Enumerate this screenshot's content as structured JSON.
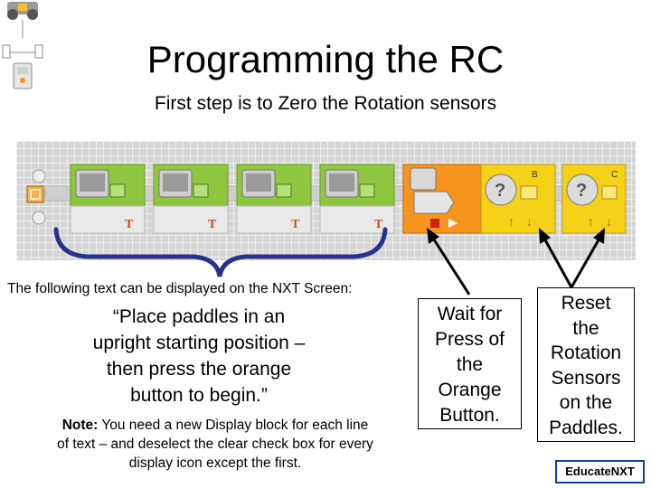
{
  "title": "Programming the RC",
  "subtitle": "First step is to Zero the Rotation sensors",
  "program": {
    "display_blocks": 4,
    "blocks": [
      {
        "kind": "display"
      },
      {
        "kind": "display"
      },
      {
        "kind": "display"
      },
      {
        "kind": "display"
      },
      {
        "kind": "wait-nxt-button"
      },
      {
        "kind": "reset-motor",
        "port": "B"
      },
      {
        "kind": "reset-motor",
        "port": "C"
      }
    ]
  },
  "nxt_screen_text": "The following text can be displayed on the NXT Screen:",
  "quote_lines": [
    "“Place paddles in an",
    "upright starting position –",
    "then press the orange",
    "button to begin.”"
  ],
  "note": {
    "label": "Note:",
    "text": " You need a new Display block for each line",
    "lines": [
      "of text – and deselect the clear check box for every",
      "display icon except the first."
    ]
  },
  "wait_callout_lines": [
    "Wait for",
    "Press of",
    "the",
    "Orange",
    "Button."
  ],
  "reset_callout_lines": [
    "Reset",
    "the",
    "Rotation",
    "Sensors",
    "on the",
    "Paddles."
  ],
  "badge": {
    "prefix": "Educate",
    "suffix": "NXT"
  },
  "colors": {
    "display_block": "#8ec63f",
    "wait_block": "#f7941d",
    "reset_block": "#f5d117",
    "beam": "#d9d9d9",
    "brace": "#26328c",
    "badge_border": "#1a3c9a"
  }
}
